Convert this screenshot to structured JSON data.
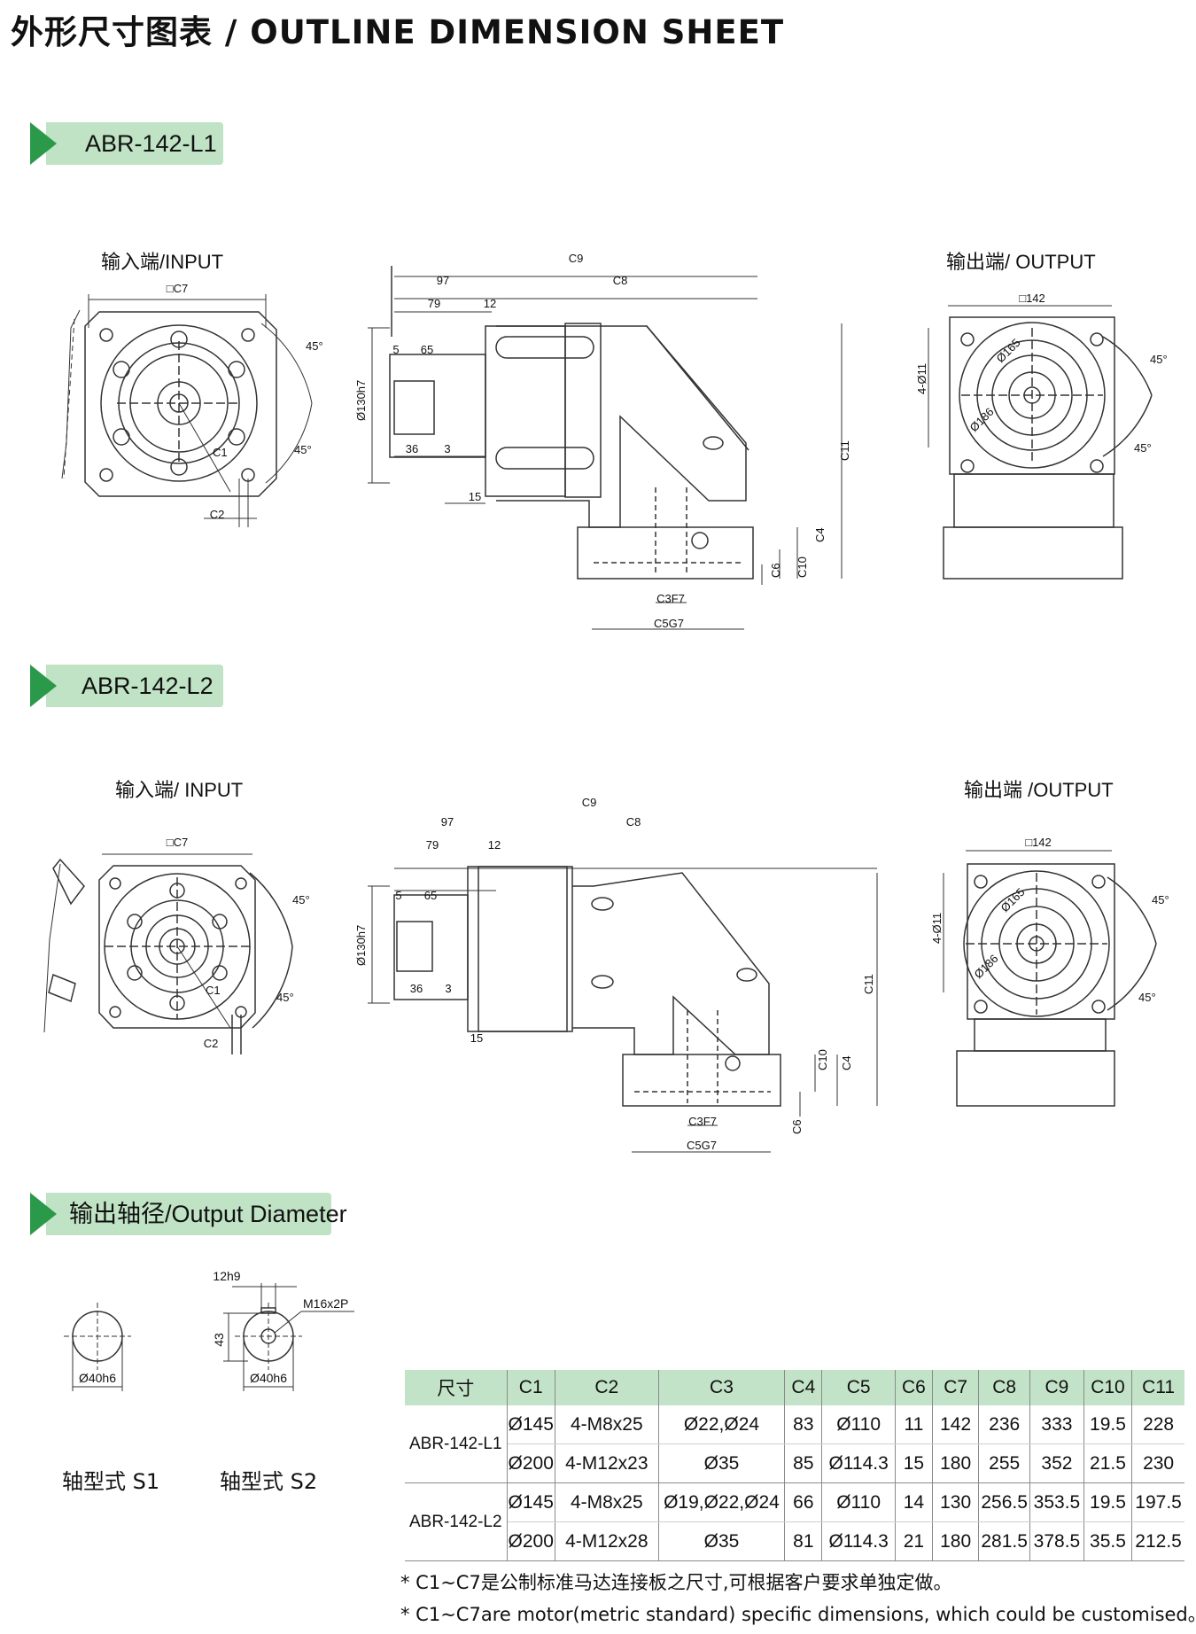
{
  "page_title": "外形尺寸图表 / OUTLINE DIMENSION SHEET",
  "sections": {
    "l1": "ABR-142-L1",
    "l2": "ABR-142-L2",
    "shaft": "输出轴径/Output Diameter"
  },
  "drawing_labels": {
    "l1_input": "输入端/INPUT",
    "l1_output": "输出端/ OUTPUT",
    "l2_input": "输入端/ INPUT",
    "l2_output": "输出端 /OUTPUT"
  },
  "dims": {
    "c1": "C1",
    "c2": "C2",
    "c4": "C4",
    "c6": "C6",
    "c7": "□C7",
    "c8": "C8",
    "c9": "C9",
    "c10": "C10",
    "c11": "C11",
    "c3": "C3F7",
    "c5": "C5G7",
    "d97": "97",
    "d79": "79",
    "d12": "12",
    "d5": "5",
    "d65": "65",
    "d36": "36",
    "d3": "3",
    "d15": "15",
    "d130": "Ø130h7",
    "angle": "45°",
    "sq142": "□142",
    "hole": "4-Ø11",
    "d165": "Ø165",
    "d186": "Ø186"
  },
  "shaft": {
    "key_width": "12h9",
    "height": "43",
    "thread": "M16x2P",
    "diameter": "Ø40h6",
    "s1": "轴型式  S1",
    "s2": "轴型式  S2"
  },
  "table": {
    "headers": [
      "尺寸",
      "C1",
      "C2",
      "C3",
      "C4",
      "C5",
      "C6",
      "C7",
      "C8",
      "C9",
      "C10",
      "C11"
    ],
    "rows": [
      {
        "model": "ABR-142-L1",
        "cells": [
          "Ø145",
          "4-M8x25",
          "Ø22,Ø24",
          "83",
          "Ø110",
          "11",
          "142",
          "236",
          "333",
          "19.5",
          "228"
        ]
      },
      {
        "model": "",
        "cells": [
          "Ø200",
          "4-M12x23",
          "Ø35",
          "85",
          "Ø114.3",
          "15",
          "180",
          "255",
          "352",
          "21.5",
          "230"
        ]
      },
      {
        "model": "ABR-142-L2",
        "cells": [
          "Ø145",
          "4-M8x25",
          "Ø19,Ø22,Ø24",
          "66",
          "Ø110",
          "14",
          "130",
          "256.5",
          "353.5",
          "19.5",
          "197.5"
        ]
      },
      {
        "model": "",
        "cells": [
          "Ø200",
          "4-M12x28",
          "Ø35",
          "81",
          "Ø114.3",
          "21",
          "180",
          "281.5",
          "378.5",
          "35.5",
          "212.5"
        ]
      }
    ]
  },
  "notes": {
    "cn": "* C1~C7是公制标准马达连接板之尺寸,可根据客户要求单独定做。",
    "en": "* C1~C7are motor(metric standard)  specific dimensions, which could be customised。"
  }
}
